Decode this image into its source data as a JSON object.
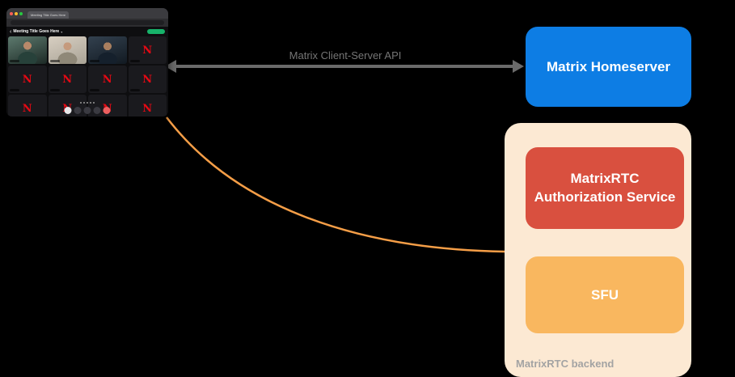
{
  "canvas": {
    "background": "#000000"
  },
  "colors": {
    "homeserver_blue": "#0d7de4",
    "auth_service_red": "#d9503f",
    "sfu_orange": "#f9b75f",
    "backend_group_peach": "#fce9d3",
    "arrow_gray": "#6a6a6a",
    "api_label_gray": "#757575",
    "connector_orange": "#f59e47",
    "backend_label_gray": "#a3a3a3",
    "participant_logo_red": "#e50914"
  },
  "arrow": {
    "label": "Matrix Client-Server API"
  },
  "nodes": {
    "homeserver": {
      "label": "Matrix Homeserver"
    },
    "auth_service": {
      "label": "MatrixRTC Authorization Service"
    },
    "sfu": {
      "label": "SFU"
    },
    "backend_group": {
      "label": "MatrixRTC backend"
    }
  },
  "client": {
    "tab_title": "Meeting Title Goes Here",
    "meeting_title": "Meeting Title Goes Here",
    "title_chevron": "▾",
    "back_glyph": "‹",
    "participant_initial": "N"
  }
}
